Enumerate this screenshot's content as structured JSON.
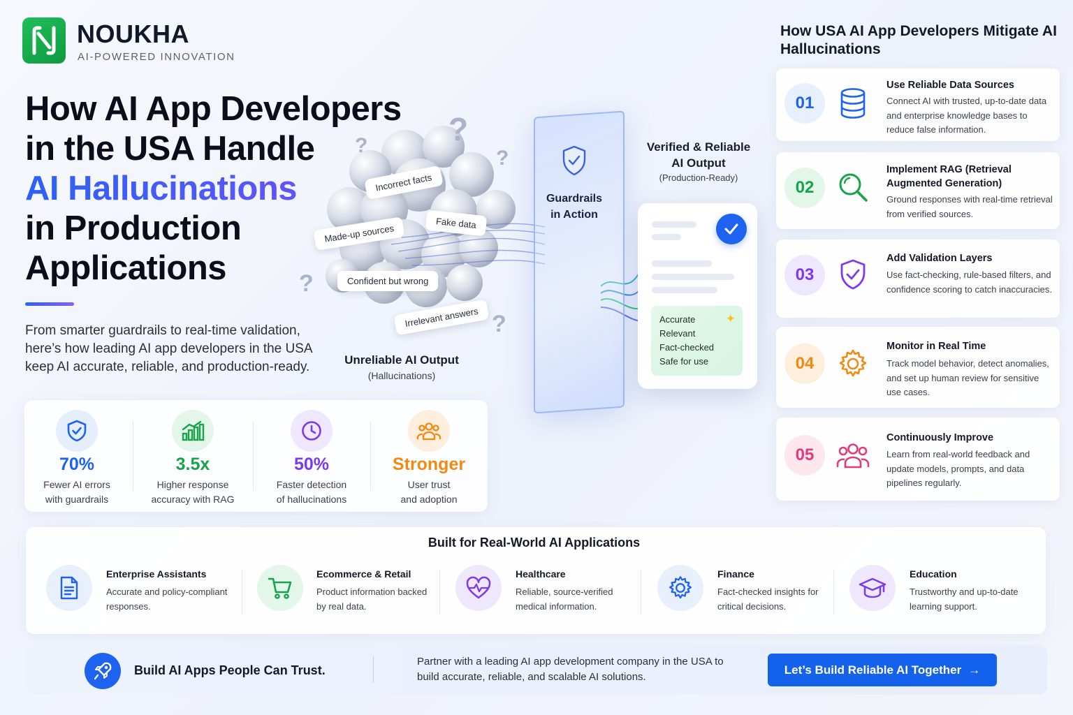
{
  "brand": {
    "name": "NOUKHA",
    "tagline": "AI-POWERED INNOVATION"
  },
  "hero": {
    "line1": "How AI App Developers",
    "line2": "in the USA Handle",
    "line3": "AI Hallucinations",
    "line4": "in Production",
    "line5": "Applications",
    "intro": "From smarter guardrails to real-time validation, here’s how leading AI app developers in the USA keep AI accurate, reliable, and production-ready."
  },
  "stats": [
    {
      "value": "70%",
      "label1": "Fewer AI errors",
      "label2": "with guardrails",
      "color": "#1e63f0",
      "icon": "shield-check-icon"
    },
    {
      "value": "3.5x",
      "label1": "Higher response",
      "label2": "accuracy with RAG",
      "color": "#17a34a",
      "icon": "bar-chart-icon"
    },
    {
      "value": "50%",
      "label1": "Faster detection",
      "label2": "of hallucinations",
      "color": "#7c3aed",
      "icon": "clock-icon"
    },
    {
      "value": "Stronger",
      "label1": "User trust",
      "label2": "and adoption",
      "color": "#f08a12",
      "icon": "users-icon"
    }
  ],
  "illustration": {
    "pills": [
      "Incorrect facts",
      "Fake data",
      "Made-up sources",
      "Confident but wrong",
      "Irrelevant answers"
    ],
    "unreliable_title": "Unreliable AI Output",
    "unreliable_sub": "(Hallucinations)",
    "guardrails_line1": "Guardrails",
    "guardrails_line2": "in Action",
    "verified_title1": "Verified & Reliable",
    "verified_title2": "AI Output",
    "verified_sub": "(Production-Ready)",
    "checks": [
      "Accurate",
      "Relevant",
      "Fact-checked",
      "Safe for use"
    ]
  },
  "steps_title": "How USA AI App Developers Mitigate AI Hallucinations",
  "steps": [
    {
      "num": "01",
      "title": "Use Reliable Data Sources",
      "desc": "Connect AI with trusted, up-to-date data and enterprise knowledge bases to reduce false information.",
      "color": "#1e63f0",
      "icon": "database-icon"
    },
    {
      "num": "02",
      "title": "Implement RAG (Retrieval Augmented Generation)",
      "desc": "Ground responses with real-time retrieval from verified sources.",
      "color": "#17a34a",
      "icon": "magnifier-icon"
    },
    {
      "num": "03",
      "title": "Add Validation Layers",
      "desc": "Use fact-checking, rule-based filters, and confidence scoring to catch inaccuracies.",
      "color": "#7c3aed",
      "icon": "shield-check-icon"
    },
    {
      "num": "04",
      "title": "Monitor in Real Time",
      "desc": "Track model behavior, detect anomalies, and set up human review for sensitive use cases.",
      "color": "#f08a12",
      "icon": "gear-icon"
    },
    {
      "num": "05",
      "title": "Continuously Improve",
      "desc": "Learn from real-world feedback and update models, prompts, and data pipelines regularly.",
      "color": "#e23a7a",
      "icon": "users-icon"
    }
  ],
  "apps_title": "Built for Real-World AI Applications",
  "apps": [
    {
      "title": "Enterprise Assistants",
      "desc": "Accurate and policy-compliant responses.",
      "color": "#1e63f0",
      "icon": "document-icon"
    },
    {
      "title": "Ecommerce & Retail",
      "desc": "Product information backed by real data.",
      "color": "#17a34a",
      "icon": "cart-icon"
    },
    {
      "title": "Healthcare",
      "desc": "Reliable, source-verified medical information.",
      "color": "#7c3aed",
      "icon": "heart-pulse-icon"
    },
    {
      "title": "Finance",
      "desc": "Fact-checked insights for critical decisions.",
      "color": "#1e63f0",
      "icon": "gear-icon"
    },
    {
      "title": "Education",
      "desc": "Trustworthy and up-to-date learning support.",
      "color": "#7c3aed",
      "icon": "graduation-cap-icon"
    }
  ],
  "cta": {
    "headline": "Build AI Apps People Can Trust.",
    "text": "Partner with a leading AI app development company in the USA to build accurate, reliable, and scalable AI solutions.",
    "button": "Let’s Build Reliable AI Together",
    "button_arrow": "→"
  }
}
